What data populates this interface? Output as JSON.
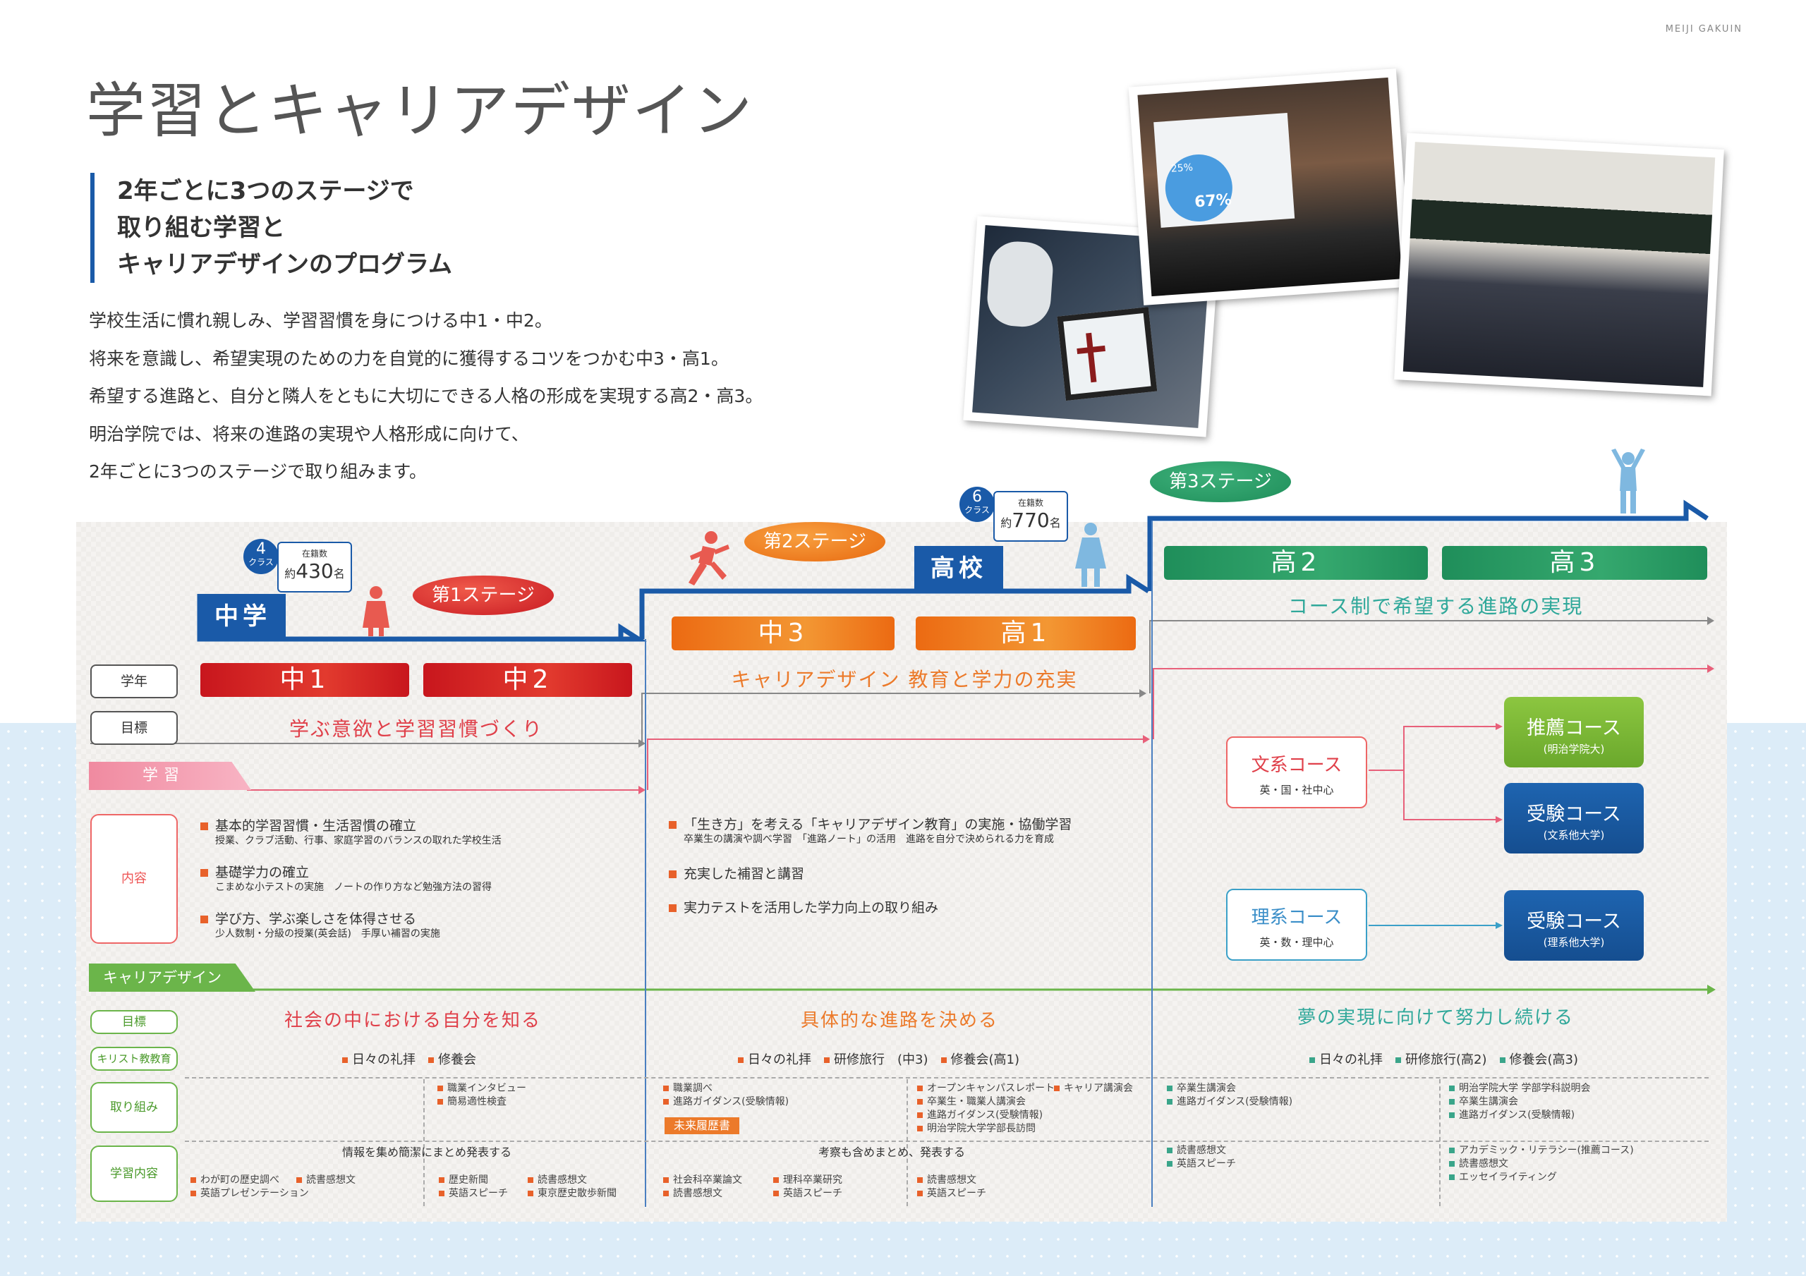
{
  "brand": "MEIJI GAKUIN",
  "title": "学習とキャリアデザイン",
  "subtitle": [
    "2年ごとに3つのステージで",
    "取り組む学習と",
    "キャリアデザインのプログラム"
  ],
  "intro": [
    "学校生活に慣れ親しみ、学習習慣を身につける中1・中2。",
    "将来を意識し、希望実現のための力を自覚的に獲得するコツをつかむ中3・高1。",
    "希望する進路と、自分と隣人をともに大切にできる人格の形成を実現する高2・高3。",
    "明治学院では、将来の進路の実現や人格形成に向けて、",
    "2年ごとに3つのステージで取り組みます。"
  ],
  "photo_slide": {
    "pct_small": "25%",
    "pct_big": "67%"
  },
  "middle": {
    "label": "中学",
    "classes": "4",
    "class_unit": "クラス",
    "enroll_label": "在籍数",
    "approx": "約",
    "count": "430",
    "unit": "名",
    "stage": "第1ステージ",
    "grades": [
      "中1",
      "中2"
    ],
    "goal": "学ぶ意欲と学習習慣づくり"
  },
  "stage2": {
    "stage": "第2ステージ",
    "grades": [
      "中3",
      "高1"
    ],
    "goal": "キャリアデザイン 教育と学力の充実"
  },
  "high": {
    "label": "高校",
    "classes": "6",
    "class_unit": "クラス",
    "enroll_label": "在籍数",
    "approx": "約",
    "count": "770",
    "unit": "名"
  },
  "stage3": {
    "stage": "第3ステージ",
    "grades": [
      "高2",
      "高3"
    ],
    "goal": "コース制で希望する進路の実現"
  },
  "rows": {
    "grade": "学年",
    "target": "目標",
    "study": "学習",
    "content": "内容",
    "career": "キャリアデザイン",
    "career_target": "目標",
    "christ": "キリスト教教育",
    "efforts": "取り組み",
    "study_content": "学習内容"
  },
  "content1": [
    {
      "head": "基本的学習習慣・生活習慣の確立",
      "sub": "授業、クラブ活動、行事、家庭学習のバランスの取れた学校生活"
    },
    {
      "head": "基礎学力の確立",
      "sub": "こまめな小テストの実施　ノートの作り方など勉強方法の習得"
    },
    {
      "head": "学び方、学ぶ楽しさを体得させる",
      "sub": "少人数制・分級の授業(英会話)　手厚い補習の実施"
    }
  ],
  "content2": [
    {
      "head": "「生き方」を考える「キャリアデザイン教育」の実施・協働学習",
      "sub": "卒業生の講演や調べ学習　「進路ノート」の活用　進路を自分で決められる力を育成"
    },
    {
      "head": "充実した補習と講習"
    },
    {
      "head": "実力テストを活用した学力向上の取り組み"
    }
  ],
  "courses": {
    "bun": {
      "name": "文系コース",
      "sub": "英・国・社中心"
    },
    "ri": {
      "name": "理系コース",
      "sub": "英・数・理中心"
    },
    "suisen": {
      "name": "推薦コース",
      "sub": "(明治学院大)"
    },
    "juken_bun": {
      "name": "受験コース",
      "sub": "(文系他大学)"
    },
    "juken_ri": {
      "name": "受験コース",
      "sub": "(理系他大学)"
    }
  },
  "career_goals": [
    "社会の中における自分を知る",
    "具体的な進路を決める",
    "夢の実現に向けて努力し続ける"
  ],
  "christ": {
    "c1": [
      "日々の礼拝",
      "修養会"
    ],
    "c2": [
      "日々の礼拝",
      "研修旅行　(中3)",
      "修養会(高1)"
    ],
    "c3": [
      "日々の礼拝",
      "研修旅行(高2)",
      "修養会(高3)"
    ]
  },
  "efforts": {
    "e1": [
      "職業インタビュー",
      "簡易適性検査"
    ],
    "e2a": [
      "職業調べ",
      "進路ガイダンス(受験情報)"
    ],
    "e2badge": "未来履歴書",
    "e2b": [
      "オープンキャンパスレポート",
      "卒業生・職業人講演会",
      "進路ガイダンス(受験情報)",
      "明治学院大学学部長訪問"
    ],
    "e2c": [
      "キャリア講演会"
    ],
    "e3a": [
      "卒業生講演会",
      "進路ガイダンス(受験情報)"
    ],
    "e3b": [
      "明治学院大学 学部学科説明会",
      "卒業生講演会",
      "進路ガイダンス(受験情報)"
    ]
  },
  "study_content": {
    "h1": "情報を集め簡潔にまとめ発表する",
    "h2": "考察も含めまとめ、発表する",
    "s1a": [
      "わが町の歴史調べ",
      "英語プレゼンテーション"
    ],
    "s1b": [
      "読書感想文"
    ],
    "s1c": [
      "歴史新聞",
      "英語スピーチ"
    ],
    "s1d": [
      "読書感想文",
      "東京歴史散歩新聞"
    ],
    "s2a": [
      "社会科卒業論文",
      "読書感想文"
    ],
    "s2b": [
      "理科卒業研究",
      "英語スピーチ"
    ],
    "s2c": [
      "読書感想文",
      "英語スピーチ"
    ],
    "s3a": [
      "読書感想文",
      "英語スピーチ"
    ],
    "s3b": [
      "アカデミック・リテラシー(推薦コース)",
      "読書感想文",
      "エッセイライティング"
    ]
  }
}
